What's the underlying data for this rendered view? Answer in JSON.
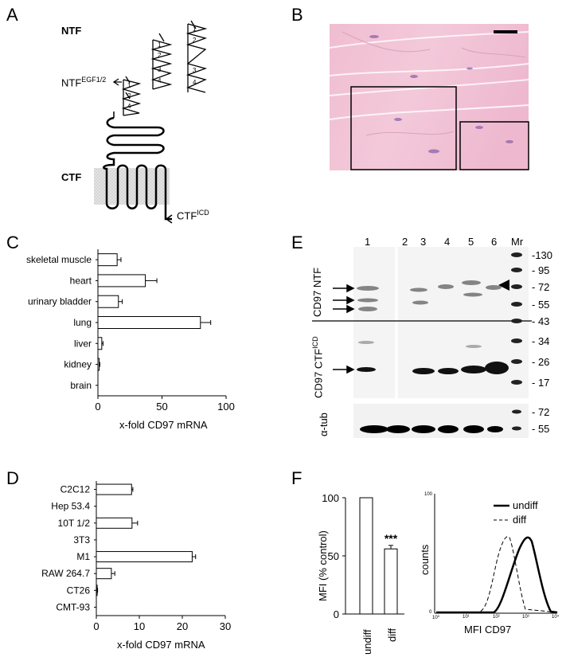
{
  "panels": {
    "A": "A",
    "B": "B",
    "C": "C",
    "D": "D",
    "E": "E",
    "F": "F"
  },
  "panelA": {
    "ntf": "NTF",
    "ntf_egf": "NTF",
    "ntf_egf_sup": "EGF1/2",
    "ctf": "CTF",
    "ctf_icd": "CTF",
    "ctf_icd_sup": "ICD",
    "egf_numbers": [
      "1",
      "2",
      "3",
      "4"
    ]
  },
  "chart_data": [
    {
      "type": "bar",
      "orientation": "horizontal",
      "panel": "C",
      "categories": [
        "skeletal muscle",
        "heart",
        "urinary bladder",
        "lung",
        "liver",
        "kidney",
        "brain"
      ],
      "values": [
        15,
        37,
        16,
        80,
        3,
        1,
        0
      ],
      "errors": [
        3,
        9,
        3,
        8,
        1,
        0.5,
        0
      ],
      "xlabel": "x-fold CD97 mRNA",
      "xlim": [
        0,
        100
      ],
      "xticks": [
        "0",
        "50",
        "100"
      ]
    },
    {
      "type": "bar",
      "orientation": "horizontal",
      "panel": "D",
      "categories": [
        "C2C12",
        "Hep 53.4",
        "10T 1/2",
        "3T3",
        "M1",
        "RAW 264.7",
        "CT26",
        "CMT-93"
      ],
      "values": [
        8.2,
        0,
        8.3,
        0,
        22.3,
        3.5,
        0.2,
        0
      ],
      "errors": [
        0.3,
        0,
        1.3,
        0,
        0.8,
        0.8,
        0.1,
        0
      ],
      "xlabel": "x-fold CD97 mRNA",
      "xlim": [
        0,
        30
      ],
      "xticks": [
        "0",
        "10",
        "20",
        "30"
      ]
    },
    {
      "type": "bar",
      "panel": "F",
      "categories": [
        "undiff",
        "diff"
      ],
      "values": [
        100,
        56
      ],
      "errors": [
        0,
        3
      ],
      "significance": "***",
      "ylabel": "MFI (% control)",
      "ylim": [
        0,
        100
      ],
      "yticks": [
        "0",
        "50",
        "100"
      ]
    }
  ],
  "panelE": {
    "lanes": [
      "1",
      "2",
      "3",
      "4",
      "5",
      "6",
      "Mr"
    ],
    "markers_top": [
      "-130",
      "- 95",
      "- 72",
      "- 55",
      "- 43"
    ],
    "markers_mid": [
      "- 34",
      "- 26",
      "- 17"
    ],
    "markers_bot": [
      "- 72",
      "- 55"
    ],
    "label_ntf": "CD97 NTF",
    "label_ctf": "CD97 CTF",
    "label_ctf_sup": "ICD",
    "label_tub": "α-tub"
  },
  "panelF": {
    "xlabel": "MFI CD97",
    "ylabel": "counts",
    "legend_undiff": "undiff",
    "legend_diff": "diff",
    "y_ticks": [
      "0",
      "100"
    ],
    "x_ticks": [
      "10⁰",
      "10¹",
      "10²",
      "10³",
      "10⁴"
    ]
  }
}
